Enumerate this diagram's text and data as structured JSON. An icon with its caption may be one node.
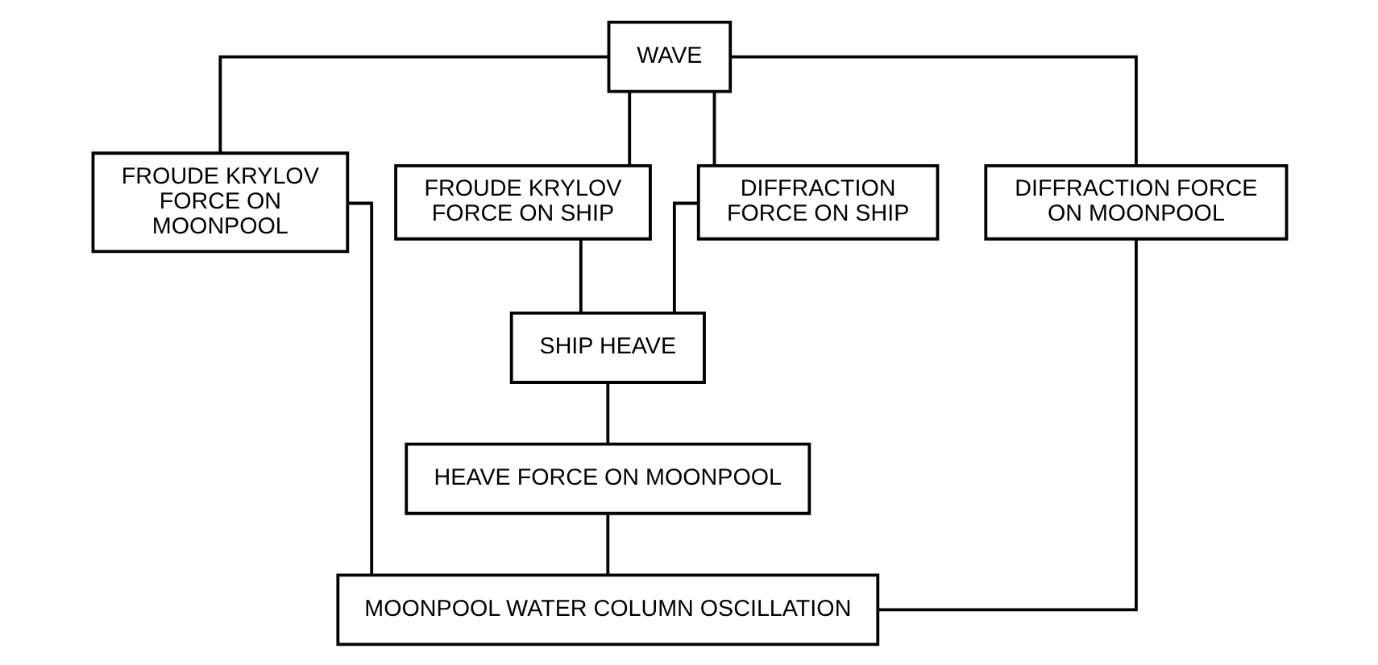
{
  "diagram": {
    "nodes": [
      {
        "text": [
          "WAVE"
        ]
      },
      {
        "text": [
          "FROUDE KRYLOV FORCE ON MOONPOOL"
        ]
      },
      {
        "text": [
          "FROUDE KRYLOV FORCE ON SHIP"
        ]
      },
      {
        "text": [
          "DIFFRACTION FORCE ON SHIP"
        ]
      },
      {
        "text": [
          "DIFFRACTION FORCE ON MOONPOOL"
        ]
      },
      {
        "text": [
          "SHIP HEAVE"
        ]
      },
      {
        "text": [
          "HEAVE FORCE ON MOONPOOL"
        ]
      },
      {
        "text": [
          "MOONPOOL WATER COLUMN OSCILLATION"
        ]
      }
    ],
    "edges": [
      {
        "from": 0,
        "to": 1,
        "arrow": "none"
      },
      {
        "from": 0,
        "to": 2,
        "arrow": "none"
      },
      {
        "from": 0,
        "to": 3,
        "arrow": "none"
      },
      {
        "from": 0,
        "to": 4,
        "arrow": "none"
      },
      {
        "from": 2,
        "to": 5,
        "arrow": "none"
      },
      {
        "from": 3,
        "to": 5,
        "arrow": "none"
      },
      {
        "from": 5,
        "to": 6,
        "arrow": "none"
      },
      {
        "from": 1,
        "to": 7,
        "arrow": "none"
      },
      {
        "from": 6,
        "to": 7,
        "arrow": "none"
      },
      {
        "from": 4,
        "to": 7,
        "arrow": "none"
      }
    ]
  }
}
